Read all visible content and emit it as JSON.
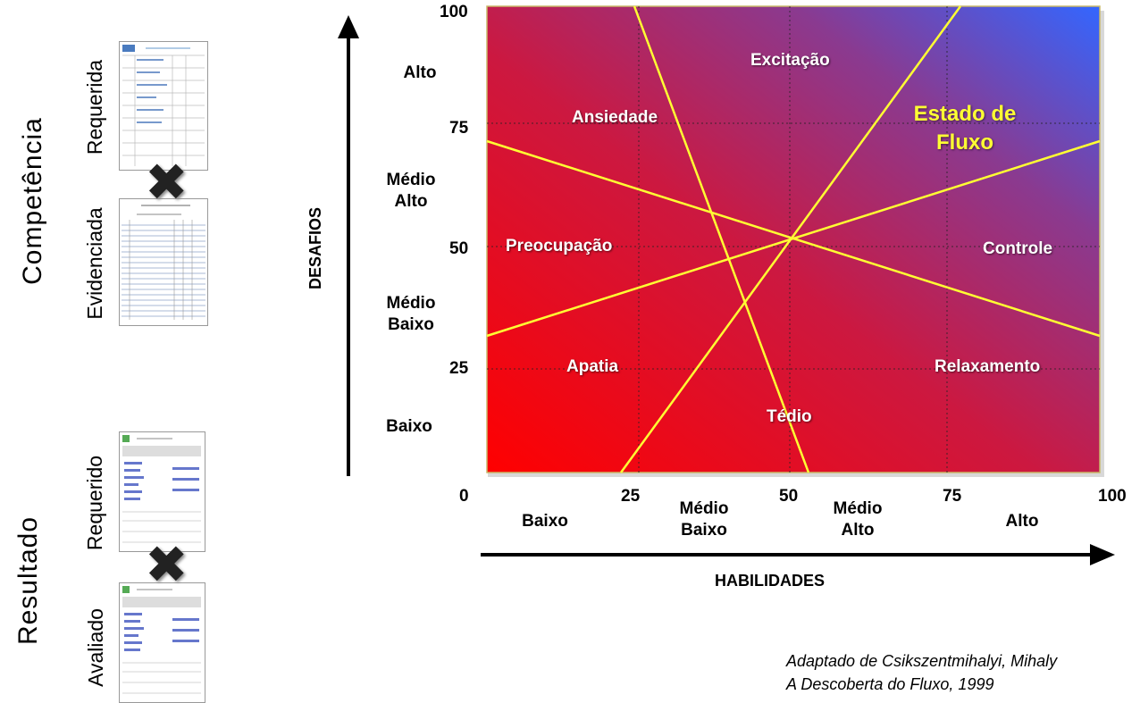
{
  "left_panel": {
    "competencia": "Competência",
    "requerida": "Requerida",
    "evidenciada": "Evidenciada",
    "resultado": "Resultado",
    "requerido": "Requerido",
    "avaliado": "Avaliado"
  },
  "y_axis": {
    "title": "DESAFIOS",
    "ticks": [
      "100",
      "75",
      "50",
      "25"
    ],
    "levels": {
      "alto": "Alto",
      "medio_alto": [
        "Médio",
        "Alto"
      ],
      "medio_baixo": [
        "Médio",
        "Baixo"
      ],
      "baixo": "Baixo"
    }
  },
  "x_axis": {
    "title": "HABILIDADES",
    "ticks": [
      "0",
      "25",
      "50",
      "75",
      "100"
    ],
    "levels": {
      "baixo": "Baixo",
      "medio_baixo": [
        "Médio",
        "Baixo"
      ],
      "medio_alto": [
        "Médio",
        "Alto"
      ],
      "alto": "Alto"
    }
  },
  "zones": {
    "excitacao": "Excitação",
    "ansiedade": "Ansiedade",
    "estado_de_fluxo": [
      "Estado de",
      "Fluxo"
    ],
    "preocupacao": "Preocupação",
    "controle": "Controle",
    "apatia": "Apatia",
    "relaxamento": "Relaxamento",
    "tedio": "Tédio"
  },
  "citation": {
    "line1": "Adaptado de Csikszentmihalyi, Mihaly",
    "line2": "A Descoberta do Fluxo, 1999"
  },
  "colors": {
    "gradient_low": "#ff0000",
    "gradient_high": "#3366ff",
    "lines": "#ffff33"
  }
}
